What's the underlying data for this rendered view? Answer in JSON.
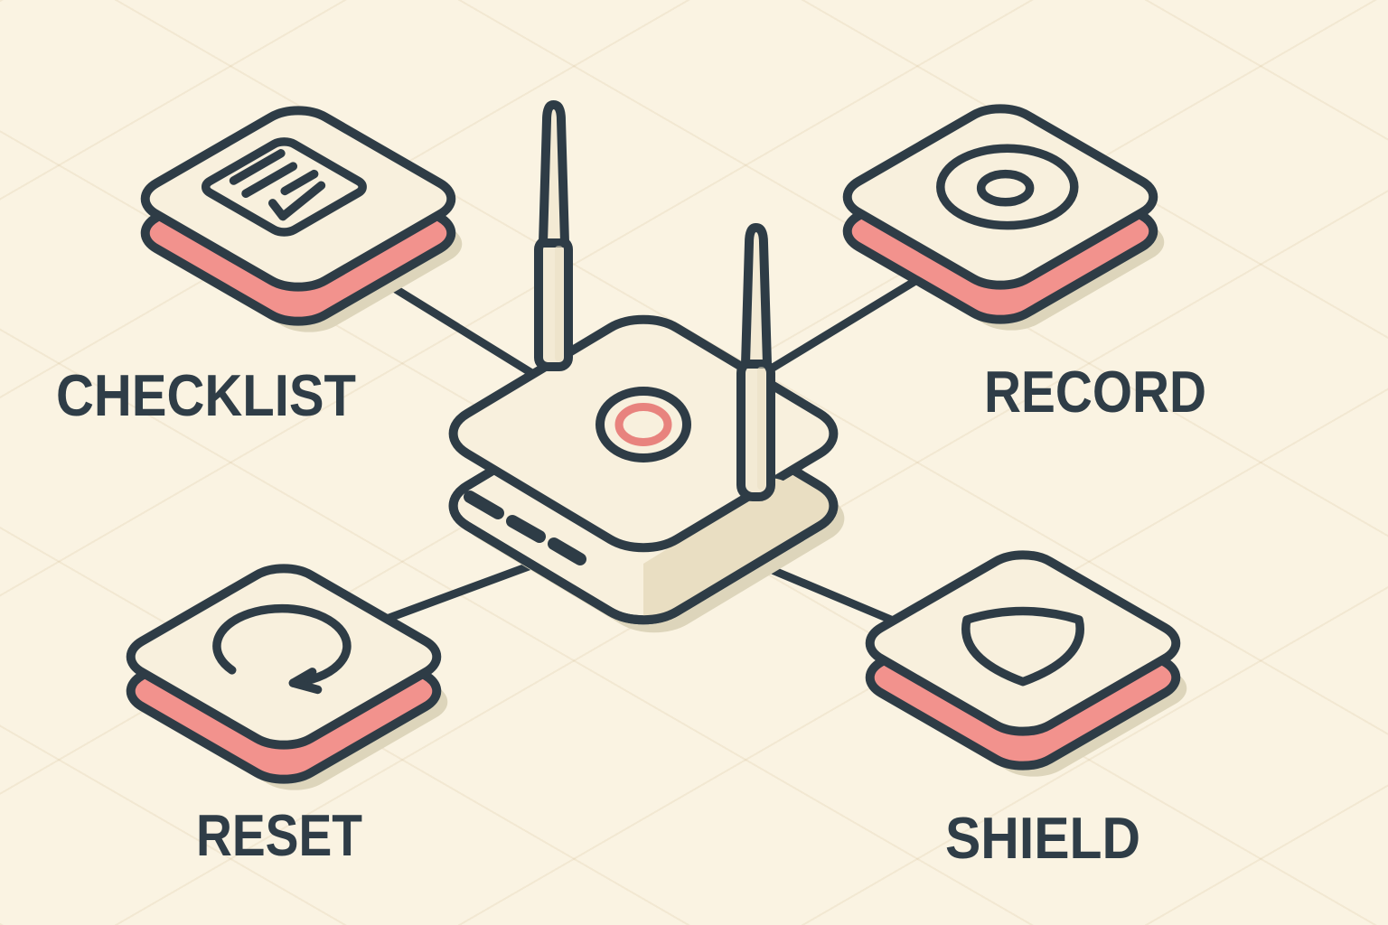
{
  "diagram": {
    "center_device": {
      "icon": "wifi-router-icon",
      "indicator_icon": "status-ring-icon"
    },
    "nodes": [
      {
        "id": "checklist",
        "label": "CHECKLIST",
        "icon": "checklist-icon",
        "position": "top-left"
      },
      {
        "id": "record",
        "label": "RECORD",
        "icon": "record-icon",
        "position": "top-right"
      },
      {
        "id": "reset",
        "label": "RESET",
        "icon": "reset-icon",
        "position": "bottom-left"
      },
      {
        "id": "shield",
        "label": "SHIELD",
        "icon": "shield-icon",
        "position": "bottom-right"
      }
    ],
    "colors": {
      "background": "#faf3e2",
      "outline": "#2e3c46",
      "face": "#f8f0dd",
      "pink": "#f2928d",
      "coral": "#e8837e",
      "tan": "#e9dec2",
      "antenna": "#f3ead4",
      "shadow": "#ddd5bb",
      "text": "#2f3d47"
    }
  }
}
